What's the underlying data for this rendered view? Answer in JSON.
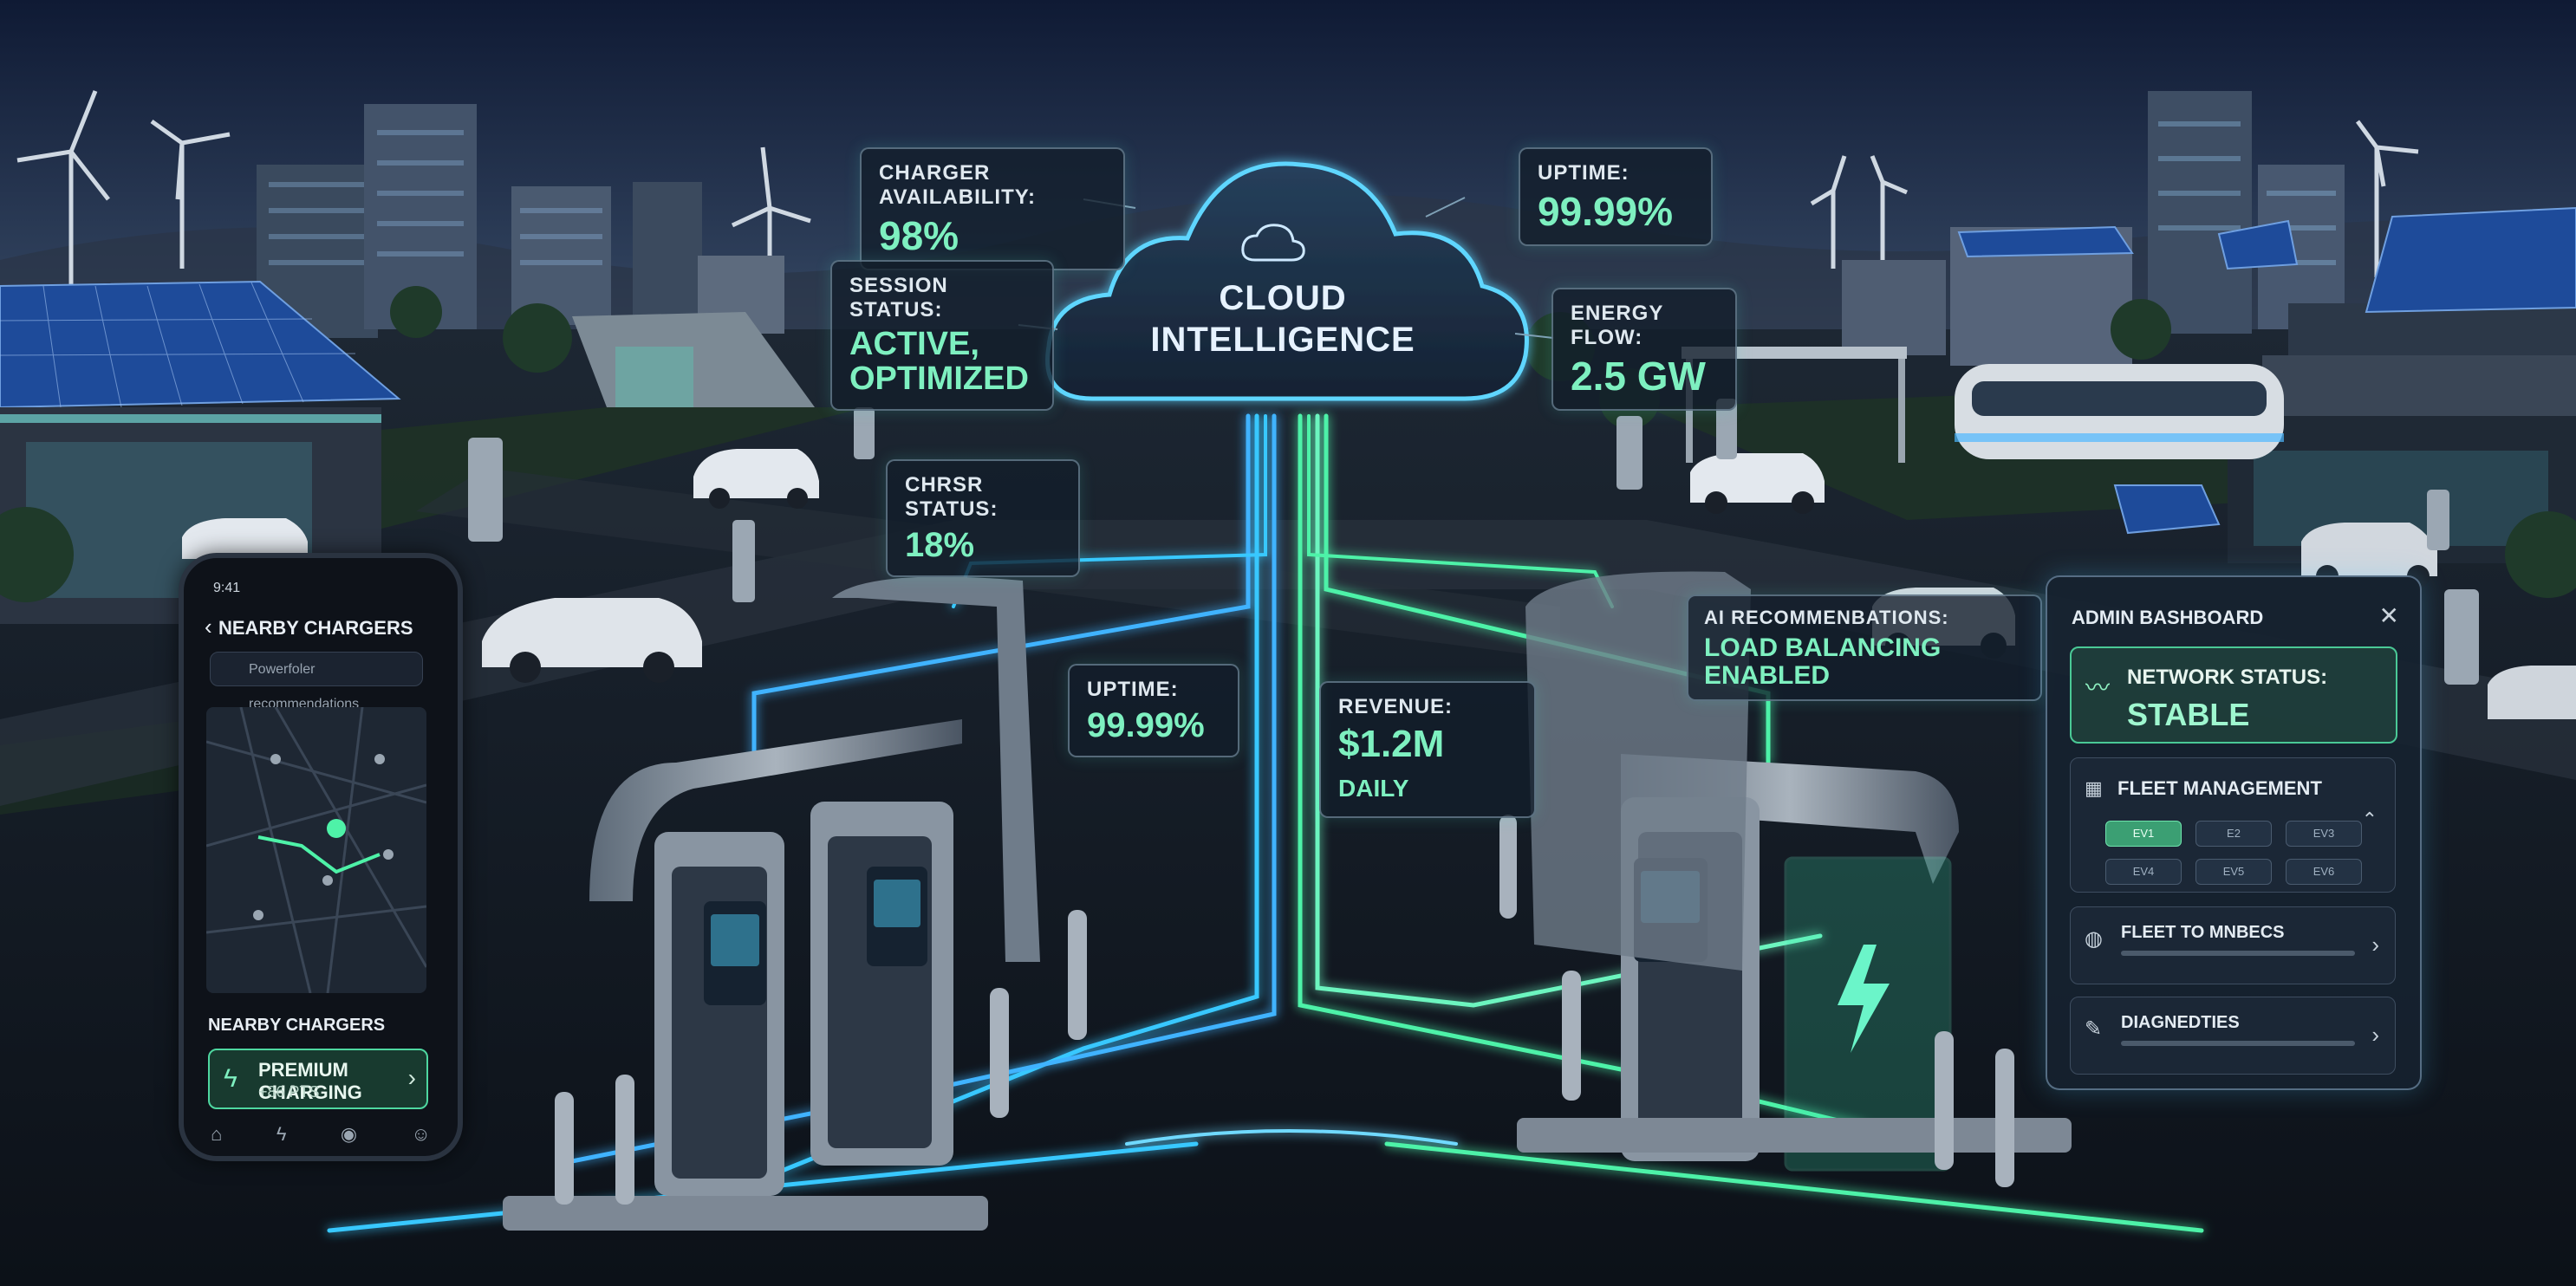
{
  "scene": {
    "sky_top": "#101c38",
    "sky_horizon": "#52657e",
    "ground": "#141c26",
    "accent_cyan": "#39d3ff",
    "accent_green": "#4ef2a8"
  },
  "cloud": {
    "line1": "CLOUD",
    "line2": "INTELLIGENCE",
    "icon": "cloud-icon"
  },
  "callouts": {
    "charger_availability": {
      "label": "CHARGER AVAILABILITY:",
      "value": "98%"
    },
    "session_status": {
      "label": "SESSION STATUS:",
      "value_line1": "ACTIVE,",
      "value_line2": "OPTIMIZED"
    },
    "chrsr_status": {
      "label": "CHRSR STATUS:",
      "value": "18%"
    },
    "uptime_top": {
      "label": "UPTIME:",
      "value": "99.99%"
    },
    "energy_flow": {
      "label": "ENERGY FLOW:",
      "value": "2.5 GW"
    },
    "uptime_mid": {
      "label": "UPTIME:",
      "value": "99.99%"
    },
    "revenue": {
      "label": "REVENUE:",
      "value": "$1.2M",
      "unit": "DAILY"
    },
    "ai_recommendations": {
      "label": "AI RECOMMENBATIONS:",
      "value": "LOAD BALANCING ENABLED"
    }
  },
  "phone": {
    "time": "9:41",
    "title": "NEARBY CHARGERS",
    "search_placeholder": "Powerfoler recommendations",
    "sheet_title": "NEARBY CHARGERS",
    "card_title": "PREMIUM CHARGING",
    "card_subtitle": "+86 PTS",
    "tabs": [
      "home-icon",
      "bolt-icon",
      "location-icon",
      "user-icon"
    ]
  },
  "admin": {
    "title": "ADMIN BASHBOARD",
    "network_label": "NETWORK STATUS:",
    "network_value": "STABLE",
    "fleet_label": "FLEET MANAGEMENT",
    "fleet_chips": [
      "EV1",
      "E2",
      "EV3",
      "EV4",
      "EV5",
      "EV6"
    ],
    "fleet_active_index": 0,
    "row1_label": "FLEET TO MNBECS",
    "row2_label": "DIAGNEDTIES"
  }
}
